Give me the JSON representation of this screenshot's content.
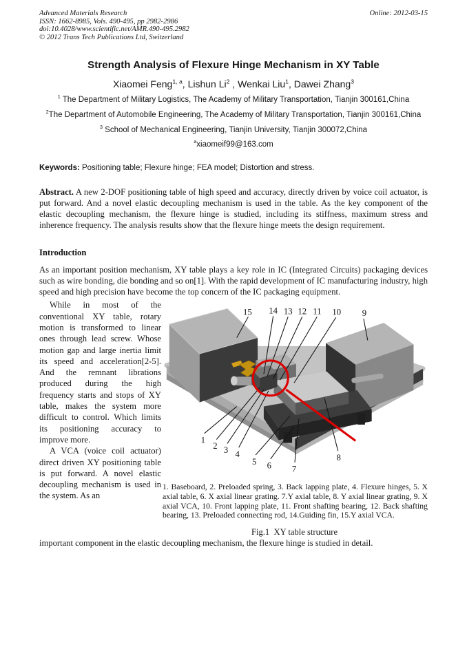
{
  "header": {
    "journal": "Advanced Materials Research",
    "issn": "ISSN: 1662-8985, Vols. 490-495, pp 2982-2986",
    "doi": "doi:10.4028/www.scientific.net/AMR.490-495.2982",
    "copyright": "© 2012 Trans Tech Publications Ltd, Switzerland",
    "online": "Online: 2012-03-15"
  },
  "title": "Strength Analysis of Flexure Hinge Mechanism in XY Table",
  "authors": [
    {
      "name": "Xiaomei Feng",
      "sup": "1, a"
    },
    {
      "name": ", Lishun Li",
      "sup": "2"
    },
    {
      "name": " , Wenkai Liu",
      "sup": "1"
    },
    {
      "name": ", Dawei Zhang",
      "sup": "3"
    }
  ],
  "affiliations": [
    {
      "sup": "1",
      "text": " The Department of Military Logistics, The Academy of Military Transportation, Tianjin 300161,China"
    },
    {
      "sup": "2",
      "text": "The Department of Automobile Engineering, The Academy of Military Transportation, Tianjin 300161,China"
    },
    {
      "sup": "3",
      "text": " School of Mechanical Engineering, Tianjin University, Tianjin 300072,China"
    }
  ],
  "email": {
    "sup": "a",
    "text": "xiaomeif99@163.com"
  },
  "keywords": {
    "label": "Keywords:",
    "text": " Positioning table; Flexure hinge; FEA model; Distortion and stress."
  },
  "abstract": {
    "label": "Abstract.",
    "text": " A new 2-DOF positioning table of high speed and accuracy, directly driven by voice coil actuator, is put forward. And a novel elastic decoupling mechanism is used in the table. As the key component of the elastic decoupling mechanism, the flexure hinge is studied, including its stiffness, maximum stress and inherence frequency. The analysis results show that the flexure hinge meets the design requirement."
  },
  "introduction": {
    "heading": "Introduction",
    "p1": "As an important position mechanism, XY table plays a key role in IC (Integrated Circuits) packaging devices such as wire bonding, die bonding and so on[1].  With the rapid development of IC manufacturing industry, high speed and high precision have become the top concern of the IC packaging equipment.",
    "p2": "While in most of the conventional XY table, rotary motion is transformed to linear ones through lead screw. Whose motion gap and large inertia limit its speed and acceleration[2-5]. And the remnant librations produced during the high frequency starts and stops of XY table, makes the system more difficult to control. Which limits its positioning accuracy to improve more.",
    "p3": "A VCA (voice coil actuator) direct driven XY positioning table is put forward. A novel elastic decoupling mechanism is used in the system. As an",
    "p4": "important component in the elastic decoupling mechanism, the flexure hinge is studied in detail."
  },
  "figure": {
    "caption_list": "1. Baseboard, 2. Preloaded spring, 3. Back lapping plate, 4. Flexure hinges, 5. X axial table, 6. X axial linear grating. 7.Y axial table, 8. Y axial linear grating, 9. X axial VCA, 10. Front lapping plate, 11. Front shafting bearing, 12. Back shafting bearing, 13. Preloaded connecting rod, 14.Guiding fin, 15.Y axial VCA.",
    "caption": "Fig.1  XY table structure",
    "labels": [
      "1",
      "2",
      "3",
      "4",
      "5",
      "6",
      "7",
      "8",
      "9",
      "10",
      "11",
      "12",
      "13",
      "14",
      "15"
    ],
    "highlight_color": "#dd0000"
  }
}
